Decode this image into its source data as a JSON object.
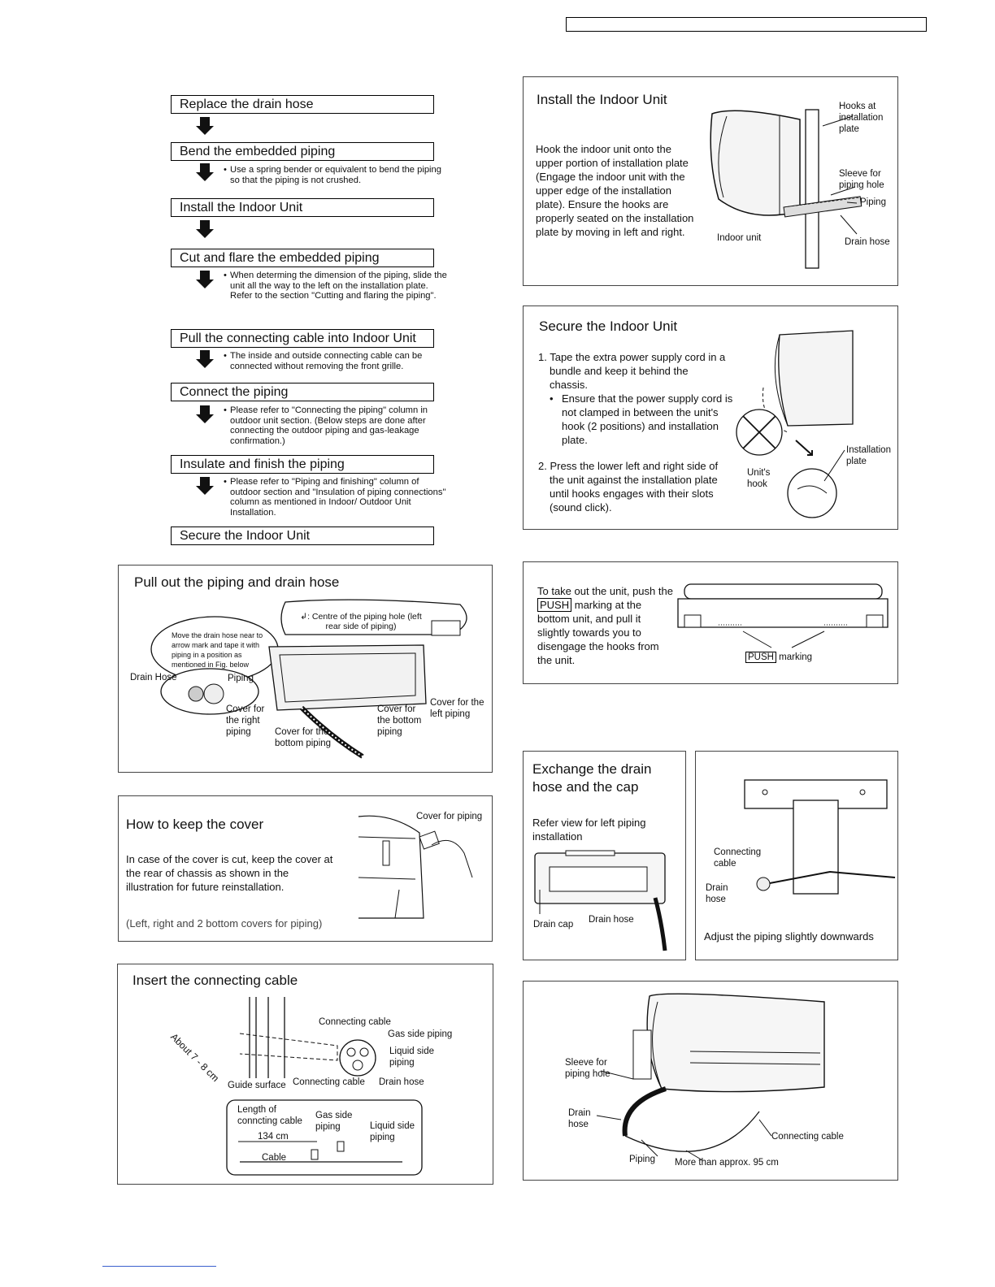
{
  "flow": {
    "steps": [
      "Replace the drain hose",
      "Bend the embedded piping",
      "Install the Indoor Unit",
      "Cut and flare the embedded piping",
      "Pull the connecting cable into Indoor Unit",
      "Connect the piping",
      "Insulate and finish the piping",
      "Secure the Indoor Unit"
    ],
    "notes": {
      "bend": "Use a spring bender or equivalent to bend the piping so that the piping is not crushed.",
      "cut": "When determing the dimension of the piping, slide the unit all the way to the left on the installation plate.",
      "cut_ref": "Refer to the section \"Cutting and flaring the piping\".",
      "pull": "The inside and outside connecting cable can be connected without removing the front grille.",
      "connect": "Please refer to \"Connecting the piping\" column in outdoor unit section. (Below steps are done after connecting the outdoor piping and gas-leakage confirmation.)",
      "insulate": "Please refer to \"Piping and finishing\" column of outdoor section and \"Insulation of piping connections\" column as mentioned in Indoor/ Outdoor Unit Installation."
    }
  },
  "install_panel": {
    "title": "Install the Indoor Unit",
    "text": "Hook the indoor unit onto the upper portion of installation plate (Engage the indoor unit with the upper edge of the installation plate). Ensure the hooks are properly seated on the installation plate by moving in left and right.",
    "labels": {
      "hooks": "Hooks at installation plate",
      "sleeve": "Sleeve for piping hole",
      "piping": "Piping",
      "indoor": "Indoor unit",
      "drain": "Drain hose"
    }
  },
  "secure_panel": {
    "title": "Secure the Indoor Unit",
    "item1": "1. Tape the extra power supply cord in a bundle and keep it behind the chassis.",
    "sub": "Ensure that the power supply cord is not clamped in between the unit's hook (2 positions) and installation plate.",
    "item2": "2. Press the lower left and right side of the unit against the installation plate until hooks engages with their slots (sound click).",
    "labels": {
      "plate": "Installation plate",
      "hook": "Unit's hook"
    }
  },
  "pull_panel": {
    "title": "Pull out the piping and drain hose",
    "centre": "↲: Centre of the piping hole (left rear side of piping)",
    "bubble": "Move the drain hose near to arrow mark and tape it with piping in a position as mentioned in Fig. below",
    "labels": {
      "drain": "Drain Hose",
      "piping": "Piping",
      "right": "Cover for the right piping",
      "bottom": "Cover for the bottom piping",
      "bottom2": "Cover for the bottom piping",
      "left": "Cover for the left piping"
    }
  },
  "takeout_panel": {
    "text_a": "To take out the unit, push the",
    "push": "PUSH",
    "text_b": "marking at the bottom unit, and pull it slightly towards you to disengage the hooks from the unit.",
    "marking": "marking"
  },
  "cover_panel": {
    "title": "How to keep the cover",
    "text": "In case of the cover is cut, keep the cover at the rear of chassis as shown in the illustration for future reinstallation.",
    "note": "(Left, right and 2 bottom covers for piping)",
    "label": "Cover for piping"
  },
  "exchange_panel": {
    "title": "Exchange the drain hose and the cap",
    "text": "Refer view for left piping installation",
    "cap": "Drain cap",
    "hose": "Drain hose"
  },
  "adjust_panel": {
    "caption": "Adjust the piping slightly downwards",
    "cable": "Connecting cable",
    "drain": "Drain hose"
  },
  "insert_panel": {
    "title": "Insert the connecting cable",
    "about": "About 7 - 8 cm",
    "guide": "Guide surface",
    "cable1": "Connecting cable",
    "cable2": "Connecting cable",
    "gas": "Gas side piping",
    "liquid": "Liquid side piping",
    "drain": "Drain hose",
    "length": "Length of conncting cable",
    "len_val": "134 cm",
    "cable_lbl": "Cable",
    "gas2": "Gas side piping",
    "liquid2": "Liquid side piping"
  },
  "final_panel": {
    "sleeve": "Sleeve for piping hole",
    "drain": "Drain hose",
    "piping": "Piping",
    "length": "More than approx. 95 cm",
    "cable": "Connecting cable"
  }
}
